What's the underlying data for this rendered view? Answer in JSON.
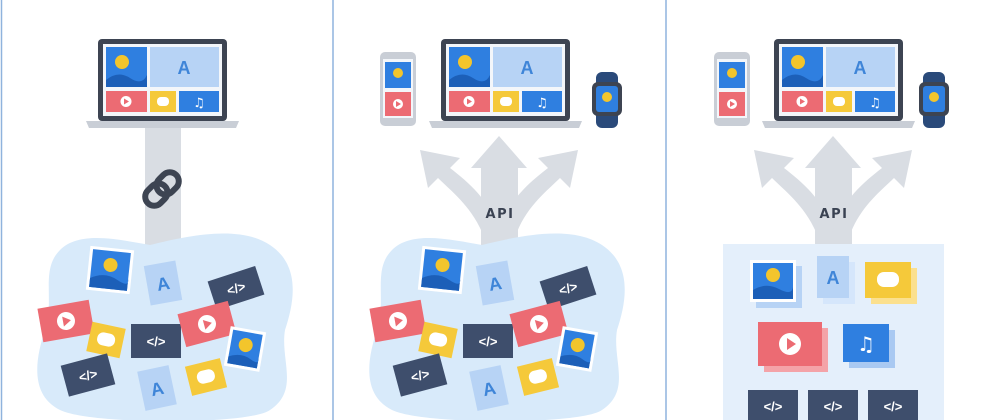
{
  "panels": [
    {
      "id": "coupled",
      "connector": "link-icon"
    },
    {
      "id": "headless-api",
      "connector": "arrows",
      "label": "API"
    },
    {
      "id": "headless-structured",
      "connector": "arrows",
      "label": "API"
    }
  ],
  "glyphs": {
    "text_card": "A",
    "code_card": "</>"
  },
  "colors": {
    "divider": "#8fb3dd",
    "laptop_frame": "#3d4452",
    "screen_bg": "#f3f6fa",
    "image_tile": "#2f7fe0",
    "sun": "#f3c52c",
    "text_tile": "#b7d3f5",
    "text_glyph": "#3f85d8",
    "video_tile": "#ec6b73",
    "chat_tile": "#f5c93a",
    "music_tile": "#2f7fe0",
    "code_tile": "#3e4e6c",
    "blob": "#d8eafa",
    "arrow": "#d9dde3",
    "content_box": "#e4effb"
  }
}
